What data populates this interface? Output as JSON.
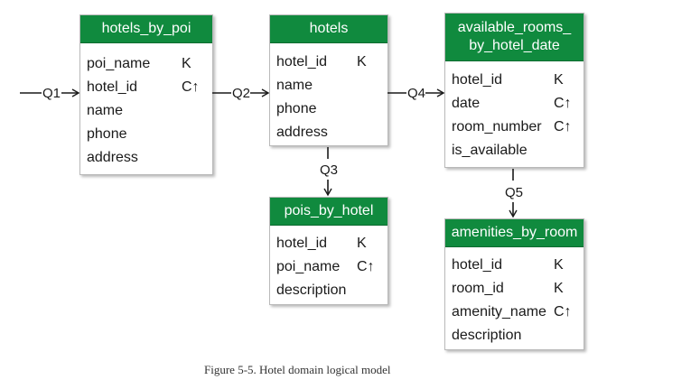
{
  "tables": {
    "hotels_by_poi": {
      "title_lines": [
        "hotels_by_poi"
      ],
      "columns": [
        {
          "name": "poi_name",
          "key": "K"
        },
        {
          "name": "hotel_id",
          "key": "C↑"
        },
        {
          "name": "name",
          "key": ""
        },
        {
          "name": "phone",
          "key": ""
        },
        {
          "name": "address",
          "key": ""
        }
      ]
    },
    "hotels": {
      "title_lines": [
        "hotels"
      ],
      "columns": [
        {
          "name": "hotel_id",
          "key": "K"
        },
        {
          "name": "name",
          "key": ""
        },
        {
          "name": "phone",
          "key": ""
        },
        {
          "name": "address",
          "key": ""
        }
      ]
    },
    "available_rooms_by_hotel_date": {
      "title_lines": [
        "available_rooms_",
        "by_hotel_date"
      ],
      "columns": [
        {
          "name": "hotel_id",
          "key": "K"
        },
        {
          "name": "date",
          "key": "C↑"
        },
        {
          "name": "room_number",
          "key": "C↑"
        },
        {
          "name": "is_available",
          "key": ""
        }
      ]
    },
    "pois_by_hotel": {
      "title_lines": [
        "pois_by_hotel"
      ],
      "columns": [
        {
          "name": "hotel_id",
          "key": "K"
        },
        {
          "name": "poi_name",
          "key": "C↑"
        },
        {
          "name": "description",
          "key": ""
        }
      ]
    },
    "amenities_by_room": {
      "title_lines": [
        "amenities_by_room"
      ],
      "columns": [
        {
          "name": "hotel_id",
          "key": "K"
        },
        {
          "name": "room_id",
          "key": "K"
        },
        {
          "name": "amenity_name",
          "key": "C↑"
        },
        {
          "name": "description",
          "key": ""
        }
      ]
    }
  },
  "queries": {
    "q1": "Q1",
    "q2": "Q2",
    "q3": "Q3",
    "q4": "Q4",
    "q5": "Q5"
  },
  "caption": "Figure 5-5. Hotel domain logical model",
  "colors": {
    "header_bg": "#108a3e",
    "header_text": "#ffffff",
    "border": "#b9b9b9",
    "line": "#1a1a1a"
  }
}
